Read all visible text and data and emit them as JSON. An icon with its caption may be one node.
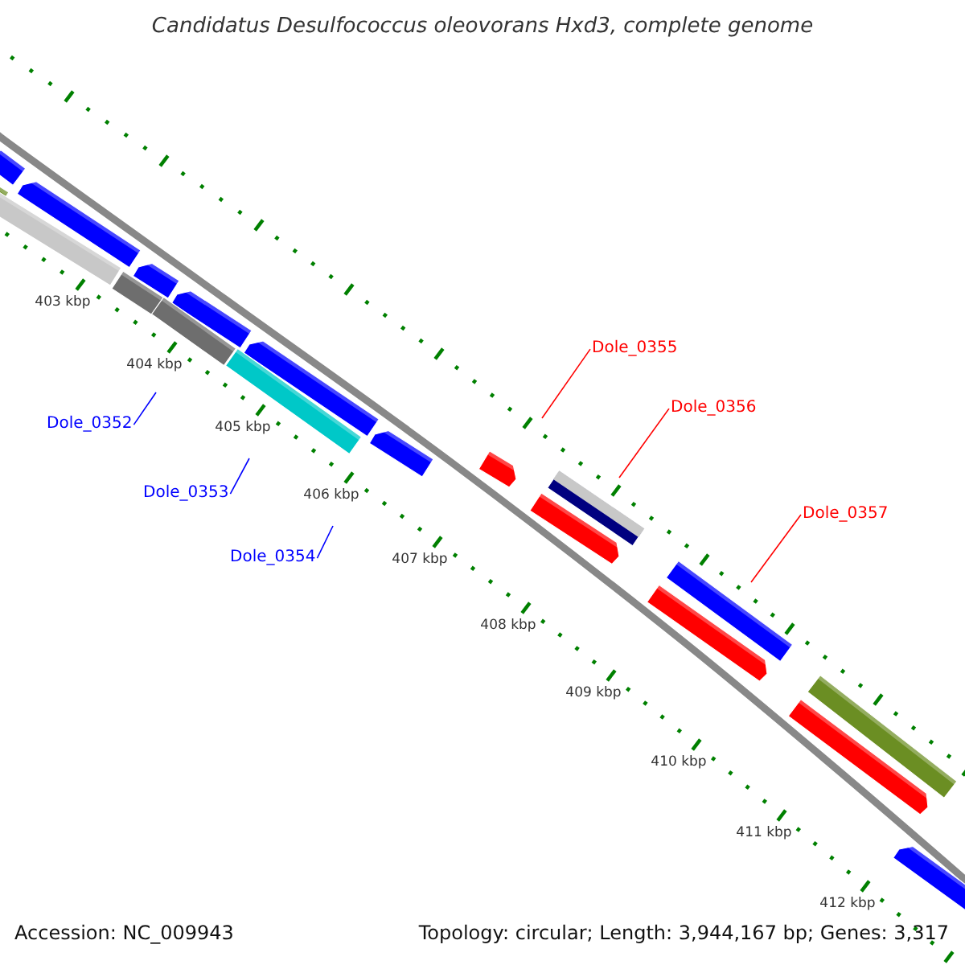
{
  "diagram": {
    "title": "Candidatus Desulfococcus oleovorans Hxd3, complete genome",
    "nodes": [
      {
        "text": [
          "Dole_0352"
        ]
      },
      {
        "text": [
          "Dole_0353"
        ]
      },
      {
        "text": [
          "Dole_0354"
        ]
      },
      {
        "text": [
          "Dole_0355"
        ]
      },
      {
        "text": [
          "Dole_0356"
        ]
      },
      {
        "text": [
          "Dole_0357"
        ]
      }
    ],
    "edges": [
      {
        "from": 0,
        "to": null,
        "arrow": "none",
        "color": "#0000ff"
      },
      {
        "from": 1,
        "to": null,
        "arrow": "none",
        "color": "#0000ff"
      },
      {
        "from": 2,
        "to": null,
        "arrow": "none",
        "color": "#0000ff"
      },
      {
        "from": 3,
        "to": null,
        "arrow": "none",
        "color": "#ff0000"
      },
      {
        "from": 4,
        "to": null,
        "arrow": "none",
        "color": "#ff0000"
      },
      {
        "from": 5,
        "to": null,
        "arrow": "none",
        "color": "#ff0000"
      }
    ],
    "labels": [
      "403 kbp",
      "404 kbp",
      "405 kbp",
      "406 kbp",
      "407 kbp",
      "408 kbp",
      "409 kbp",
      "410 kbp",
      "411 kbp",
      "412 kbp",
      "Accession: NC_009943",
      "Topology: circular; Length: 3,944,167 bp; Genes: 3,317"
    ]
  }
}
